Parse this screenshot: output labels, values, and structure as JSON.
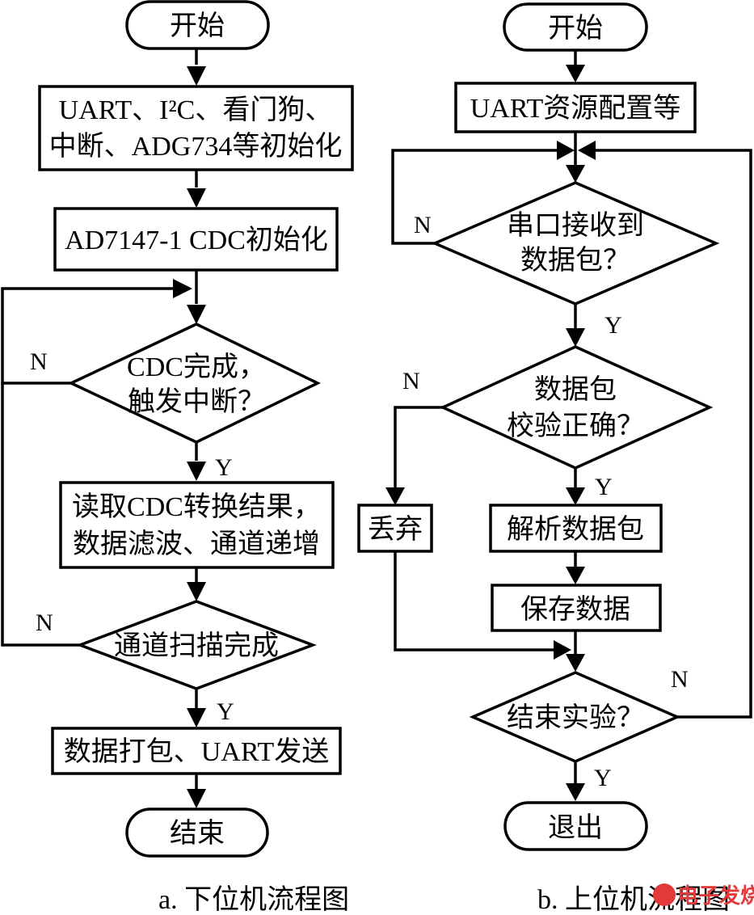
{
  "diagram_a": {
    "caption": "a. 下位机流程图",
    "start": "开始",
    "init1_line1": "UART、I²C、看门狗、",
    "init1_line2": "中断、ADG734等初始化",
    "init2": "AD7147-1 CDC初始化",
    "decision1_line1": "CDC完成，",
    "decision1_line2": "触发中断？",
    "decision1_no": "N",
    "decision1_yes": "Y",
    "process1_line1": "读取CDC转换结果，",
    "process1_line2": "数据滤波、通道递增",
    "decision2": "通道扫描完成",
    "decision2_no": "N",
    "decision2_yes": "Y",
    "send": "数据打包、UART发送",
    "end": "结束"
  },
  "diagram_b": {
    "caption": "b. 上位机流程图",
    "start": "开始",
    "config": "UART资源配置等",
    "decision1_line1": "串口接收到",
    "decision1_line2": "数据包？",
    "decision1_no": "N",
    "decision1_yes": "Y",
    "decision2_line1": "数据包",
    "decision2_line2": "校验正确？",
    "decision2_no": "N",
    "decision2_yes": "Y",
    "discard": "丢弃",
    "parse": "解析数据包",
    "save": "保存数据",
    "decision3": "结束实验？",
    "decision3_no": "N",
    "decision3_yes": "Y",
    "exit": "退出"
  },
  "watermark": "电子发烧友"
}
